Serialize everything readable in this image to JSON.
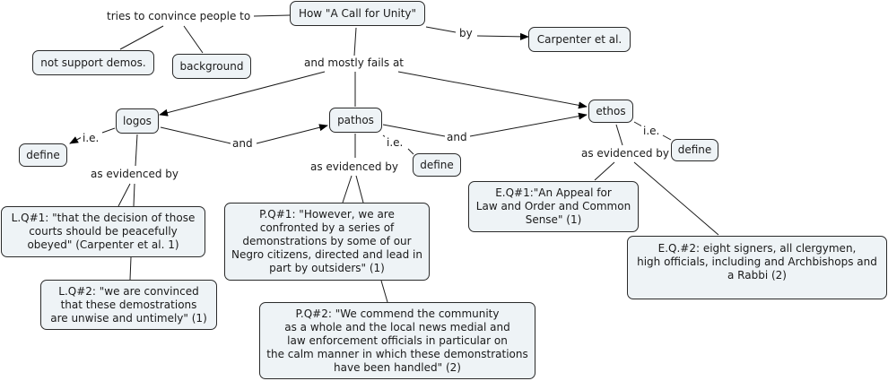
{
  "concept_map": {
    "nodes": {
      "main": "How \"A Call for Unity\"",
      "authors": "Carpenter et al.",
      "not_support": "not support demos.",
      "background": "background",
      "logos": "logos",
      "pathos": "pathos",
      "ethos": "ethos",
      "logos_define": "define",
      "pathos_define": "define",
      "ethos_define": "define",
      "lq1": "L.Q#1: \"that the decision of those\ncourts should be peacefully\nobeyed\" (Carpenter et al. 1)",
      "lq2": "L.Q#2: \"we are convinced\nthat these demostrations\nare unwise and untimely\" (1)",
      "pq1": "P.Q#1: \"However, we are\nconfronted by a series of\ndemonstrations by some of our\nNegro citizens, directed and lead in\npart by outsiders\" (1)",
      "pq2": "P.Q#2: \"We commend the community\nas a whole and the local news medial and\nlaw enforcement officials in particular on\nthe calm manner in which these demonstrations\nhave been handled\" (2)",
      "eq1": "E.Q#1:\"An Appeal for\nLaw and Order and Common\nSense\" (1)",
      "eq2": "E.Q.#2: eight signers, all clergymen,\nhigh officials, including and Archbishops and\na Rabbi (2)"
    },
    "link_labels": {
      "tries": "tries to convince people to",
      "by": "by",
      "fails": "and mostly fails at",
      "logos_ie": "i.e.",
      "pathos_ie": "i.e.",
      "ethos_ie": "i.e.",
      "and1": "and",
      "and2": "and",
      "logos_evidence": "as evidenced by",
      "pathos_evidence": "as evidenced by",
      "ethos_evidence": "as evidenced by"
    }
  }
}
